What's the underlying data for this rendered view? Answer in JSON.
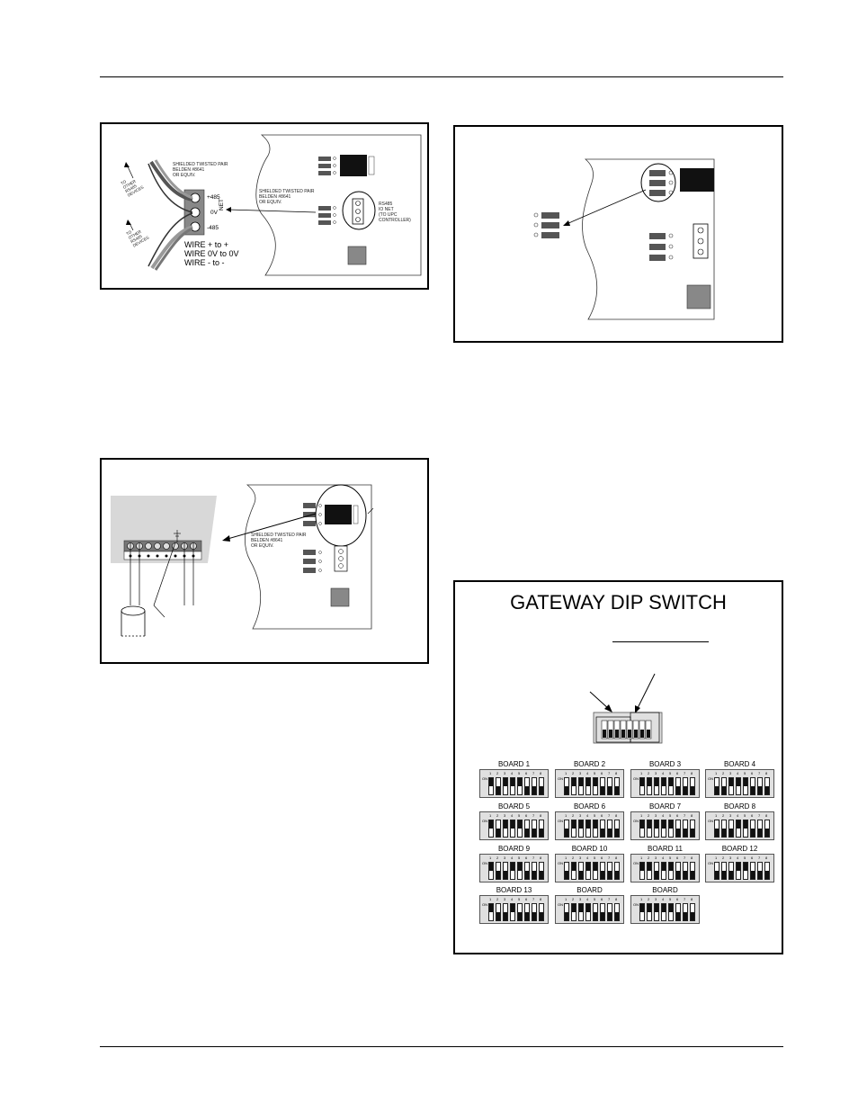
{
  "fig1": {
    "cable_top": "SHIELDED TWISTED PAIR\nBELDEN #8641\nOR EQUIV.",
    "to_other_top": "TO\nOTHER\nRS485\nDEVICES",
    "to_other_bottom": "TO\nOTHER\nRS485\nDEVICES",
    "term_plus": "+485",
    "term_zero": "0V",
    "term_minus": "-485",
    "net": "NET",
    "cable_mid": "SHIELDED TWISTED PAIR\nBELDEN #8641\nOR EQUIV.",
    "rs485": "RS485\nIO NET\n(TO UPC\nCONTROLLER)",
    "wire_rule": "WIRE + to +\nWIRE 0V to 0V\nWIRE - to -"
  },
  "fig3": {
    "cable": "SHIELDED TWISTED PAIR\nBELDEN #8641\nOR EQUIV."
  },
  "dip": {
    "title": "GATEWAY DIP SWITCH",
    "on_label": "ON",
    "boards": [
      {
        "name": "BOARD 1",
        "on": [
          1,
          3,
          4,
          5
        ]
      },
      {
        "name": "BOARD 2",
        "on": [
          2,
          3,
          4,
          5
        ]
      },
      {
        "name": "BOARD 3",
        "on": [
          1,
          2,
          3,
          4,
          5
        ]
      },
      {
        "name": "BOARD 4",
        "on": [
          3,
          4,
          5
        ]
      },
      {
        "name": "BOARD 5",
        "on": [
          1,
          3,
          4,
          5
        ]
      },
      {
        "name": "BOARD 6",
        "on": [
          2,
          3,
          4,
          5
        ]
      },
      {
        "name": "BOARD 7",
        "on": [
          1,
          2,
          3,
          4,
          5
        ]
      },
      {
        "name": "BOARD 8",
        "on": [
          4,
          5
        ]
      },
      {
        "name": "BOARD 9",
        "on": [
          1,
          4,
          5
        ]
      },
      {
        "name": "BOARD 10",
        "on": [
          2,
          4,
          5
        ]
      },
      {
        "name": "BOARD 11",
        "on": [
          1,
          2,
          4,
          5
        ]
      },
      {
        "name": "BOARD 12",
        "on": [
          4,
          5
        ]
      },
      {
        "name": "BOARD 13",
        "on": [
          1,
          4
        ]
      },
      {
        "name": "BOARD",
        "on": [
          2,
          3,
          4
        ]
      },
      {
        "name": "BOARD",
        "on": [
          1,
          2,
          3,
          4,
          5
        ]
      }
    ]
  }
}
